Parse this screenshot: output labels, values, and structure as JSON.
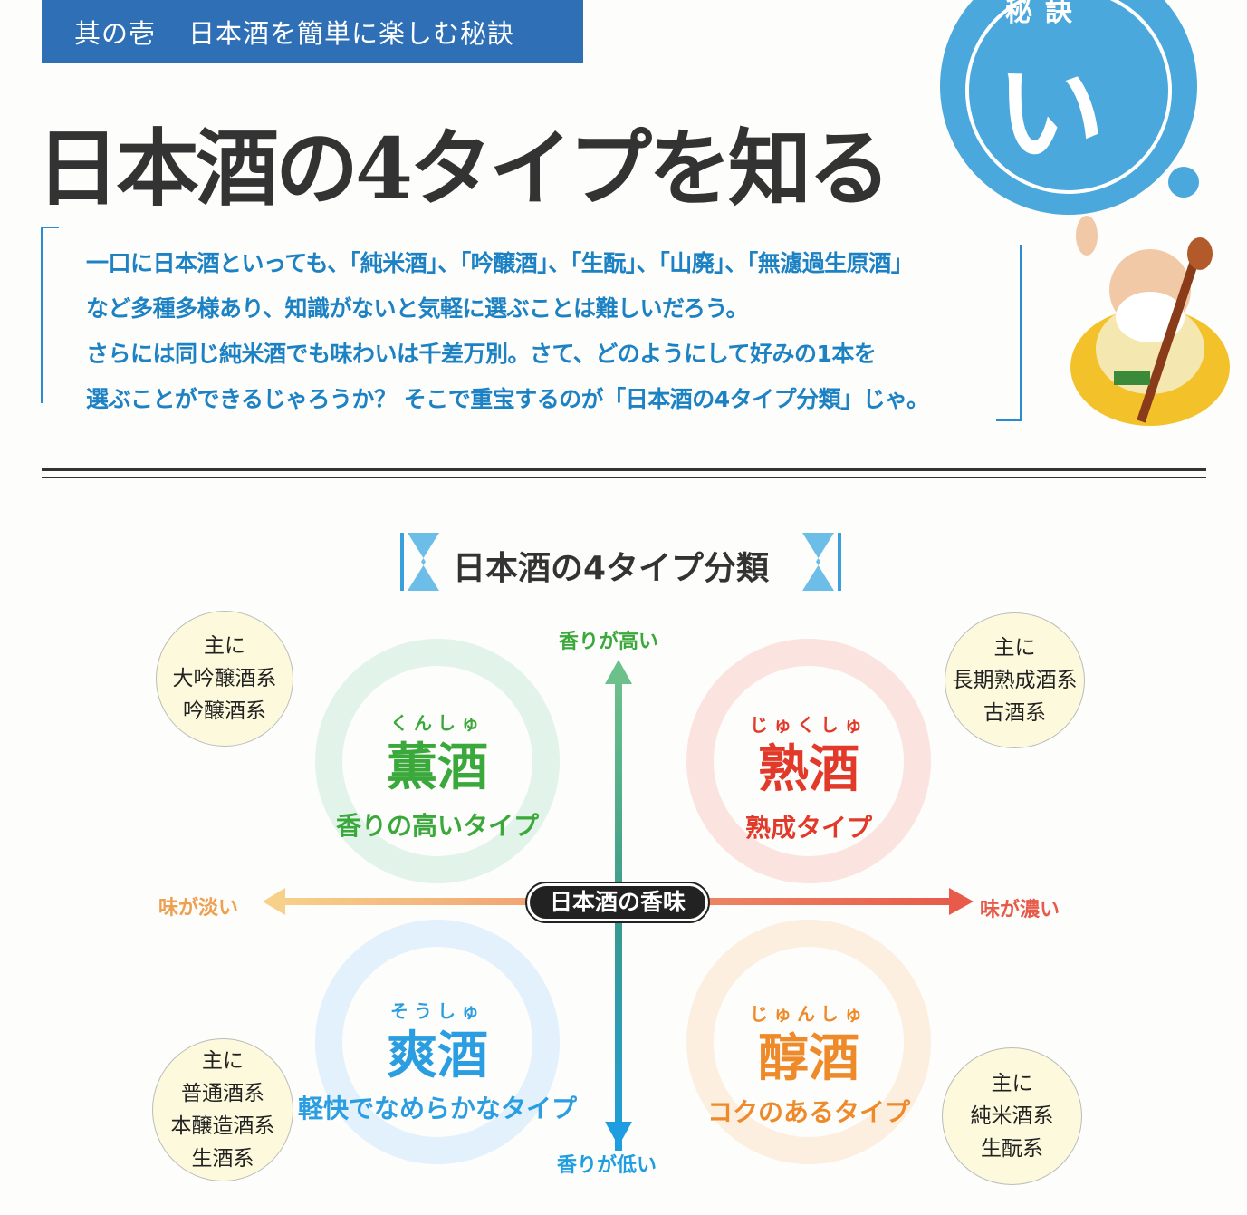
{
  "header": {
    "section": "其の壱",
    "subtitle": "日本酒を簡単に楽しむ秘訣"
  },
  "badge": {
    "top_text": "秘訣",
    "glyph": "い",
    "color": "#4aa8dc"
  },
  "title": "日本酒の4タイプを知る",
  "intro": [
    "一口に日本酒といっても、「純米酒」、「吟醸酒」、「生酛」、「山廃」、「無濾過生原酒」",
    "など多種多様あり、知識がないと気軽に選ぶことは難しいだろう。",
    "さらには同じ純米酒でも味わいは千差万別。さて、どのようにして好みの1本を",
    "選ぶことができるじゃろうか？ そこで重宝するのが「日本酒の4タイプ分類」じゃ。"
  ],
  "diagram": {
    "title": "日本酒の4タイプ分類",
    "center": "日本酒の香味",
    "axes": {
      "up": "香りが高い",
      "down": "香りが低い",
      "left": "味が淡い",
      "right": "味が濃い"
    },
    "quadrants": [
      {
        "ruby": "くんしゅ",
        "name": "薫酒",
        "desc": "香りの高いタイプ",
        "color": "#3aa83a",
        "examples": [
          "主に",
          "大吟醸酒系",
          "吟醸酒系"
        ]
      },
      {
        "ruby": "じゅくしゅ",
        "name": "熟酒",
        "desc": "熟成タイプ",
        "color": "#e23a2a",
        "examples": [
          "主に",
          "長期熟成酒系",
          "古酒系"
        ]
      },
      {
        "ruby": "そうしゅ",
        "name": "爽酒",
        "desc": "軽快でなめらかなタイプ",
        "color": "#2a9ee0",
        "examples": [
          "主に",
          "普通酒系",
          "本醸造酒系",
          "生酒系"
        ]
      },
      {
        "ruby": "じゅんしゅ",
        "name": "醇酒",
        "desc": "コクのあるタイプ",
        "color": "#ee8a2a",
        "examples": [
          "主に",
          "純米酒系",
          "生酛系"
        ]
      }
    ]
  }
}
